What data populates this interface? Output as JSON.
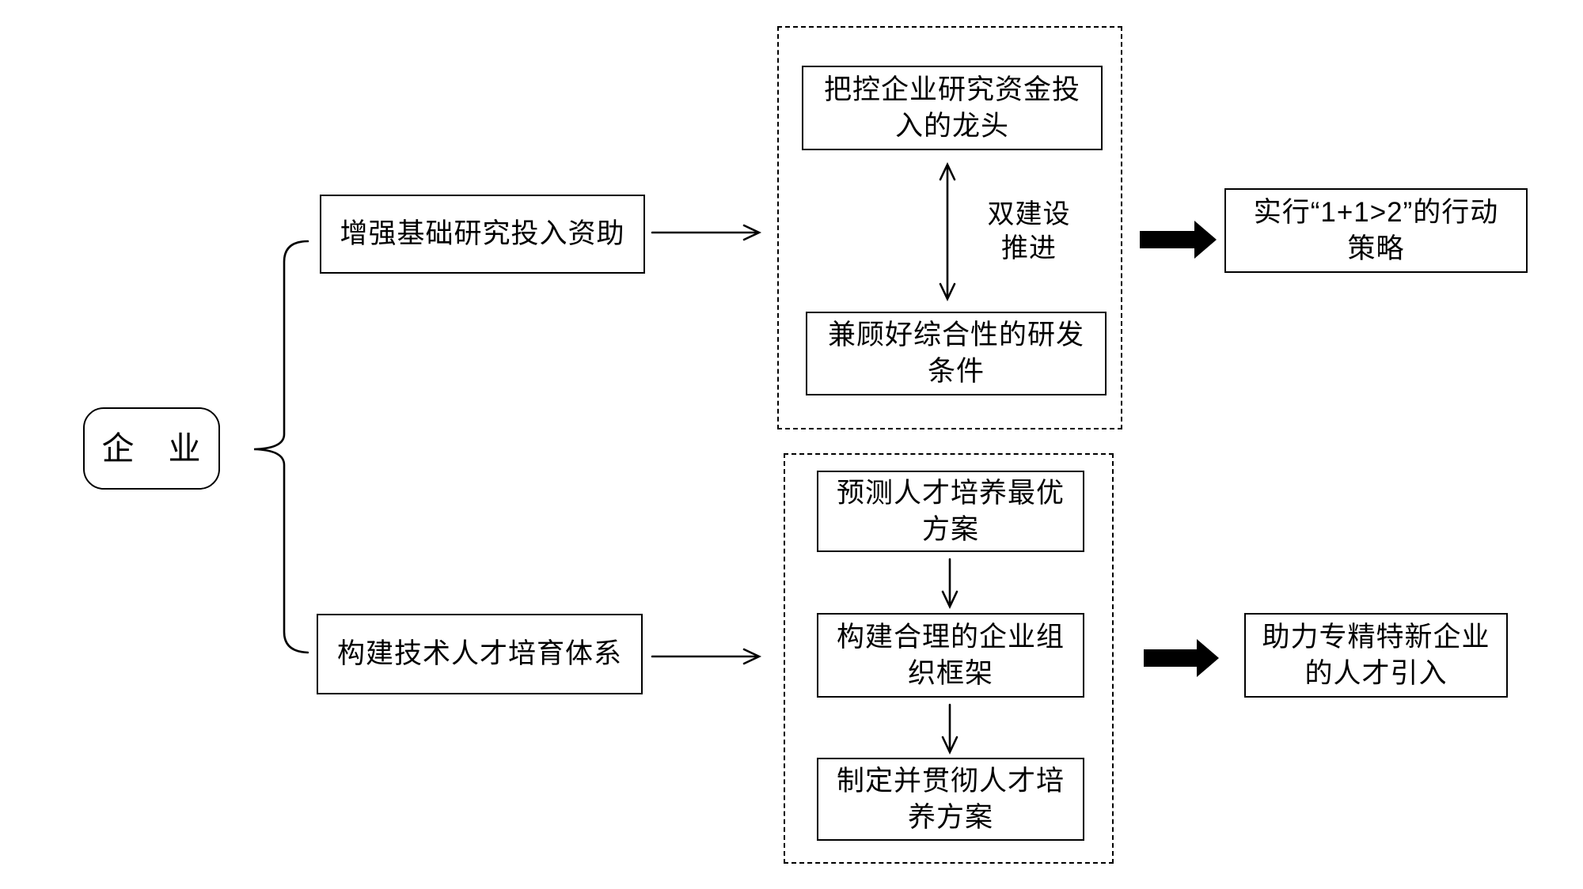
{
  "colors": {
    "ink": "#000000",
    "background": "#ffffff"
  },
  "root_label": "企　业",
  "branch_top": {
    "label": "增强基础研究投入资助",
    "box_a": {
      "line1": "把控企业研究资金投",
      "line2": "入的龙头"
    },
    "link_label": {
      "line1": "双建设",
      "line2": "推进"
    },
    "box_b": {
      "line1": "兼顾好综合性的研发",
      "line2": "条件"
    },
    "outcome": {
      "line1": "实行“1+1>2”的行动",
      "line2": "策略"
    }
  },
  "branch_bottom": {
    "label": "构建技术人才培育体系",
    "box_a": {
      "line1": "预测人才培养最优",
      "line2": "方案"
    },
    "box_b": {
      "line1": "构建合理的企业组",
      "line2": "织框架"
    },
    "box_c": {
      "line1": "制定并贯彻人才培",
      "line2": "养方案"
    },
    "outcome": {
      "line1": "助力专精特新企业",
      "line2": "的人才引入"
    }
  }
}
